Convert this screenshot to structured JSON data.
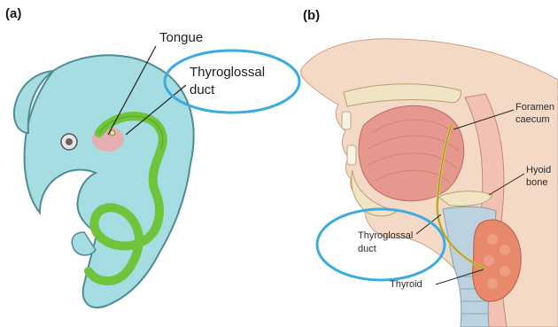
{
  "panel_a": {
    "tag": "(a)",
    "label_tongue": "Tongue",
    "label_duct_line1": "Thyroglossal",
    "label_duct_line2": "duct"
  },
  "panel_b": {
    "tag": "(b)",
    "label_foramen_line1": "Foramen",
    "label_foramen_line2": "caecum",
    "label_hyoid_line1": "Hyoid",
    "label_hyoid_line2": "bone",
    "label_duct_line1": "Thyroglossal",
    "label_duct_line2": "duct",
    "label_thyroid": "Thyroid"
  },
  "colors": {
    "embryo_fill": "#a6dde2",
    "embryo_stroke": "#4f8c93",
    "gut_tube": "#6fc43c",
    "highlight_ellipse": "#3aace0",
    "skin": "#f4d9c6",
    "muscle": "#e6988f",
    "bone": "#efe4c4",
    "thyroid": "#e8896b",
    "trachea": "#bcd3df"
  }
}
